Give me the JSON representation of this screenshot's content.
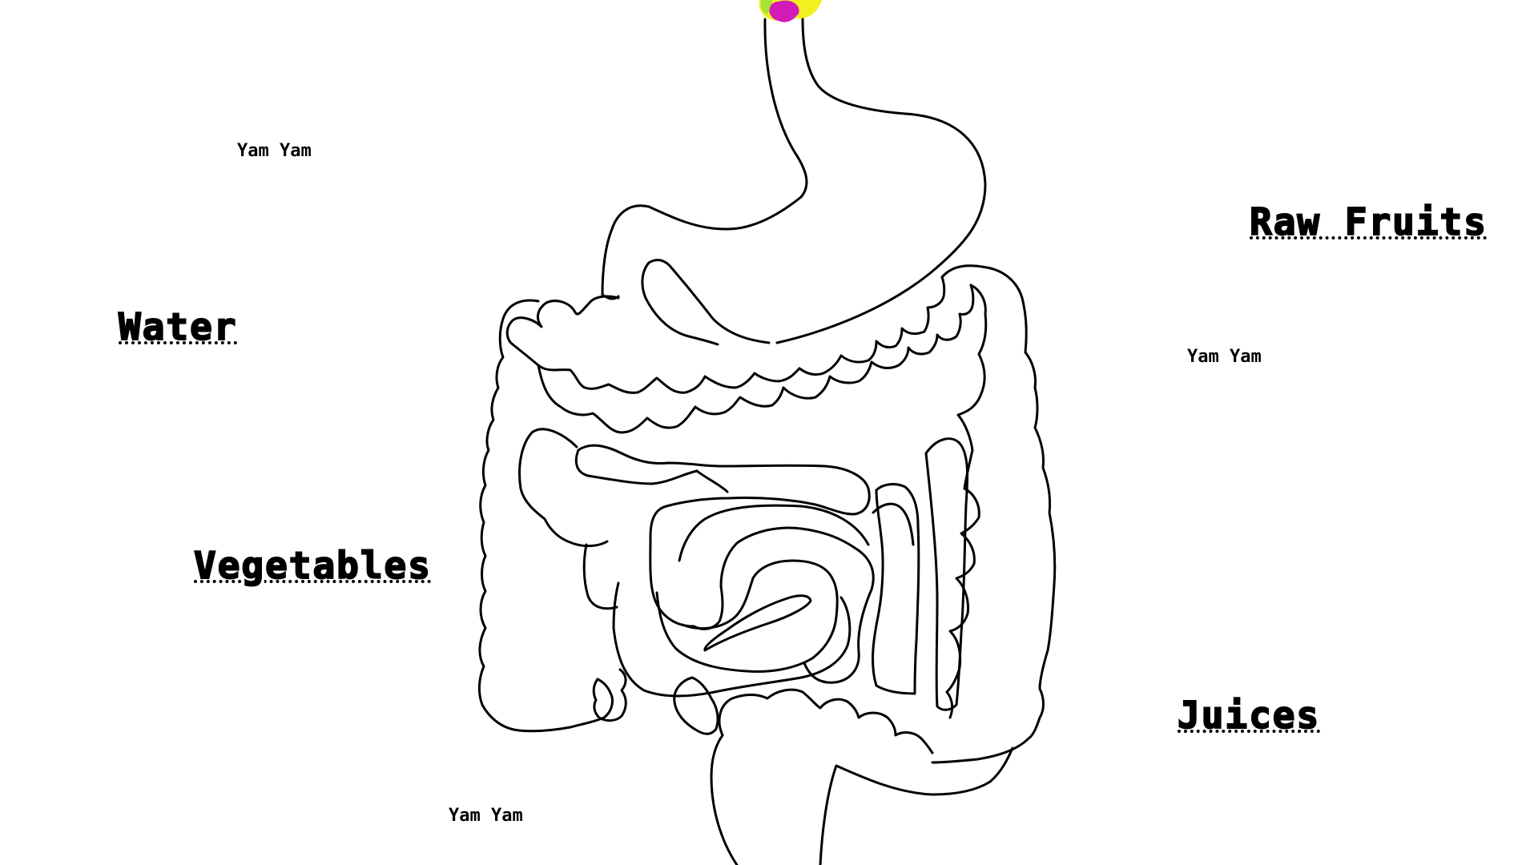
{
  "labels": {
    "water": "Water",
    "vegetables": "Vegetables",
    "raw_fruits": "Raw Fruits",
    "juices": "Juices"
  },
  "sounds": {
    "yam_1": "Yam Yam",
    "yam_2": "Yam Yam",
    "yam_3": "Yam Yam"
  },
  "colors": {
    "outline": "#000000",
    "background": "#ffffff",
    "food_yellow": "#f2f021",
    "food_magenta": "#d21bb7",
    "food_green": "#a6e23a"
  },
  "icons": {
    "digestive_system": "digestive-tract-outline",
    "food_blob": "food-piece-blob"
  }
}
